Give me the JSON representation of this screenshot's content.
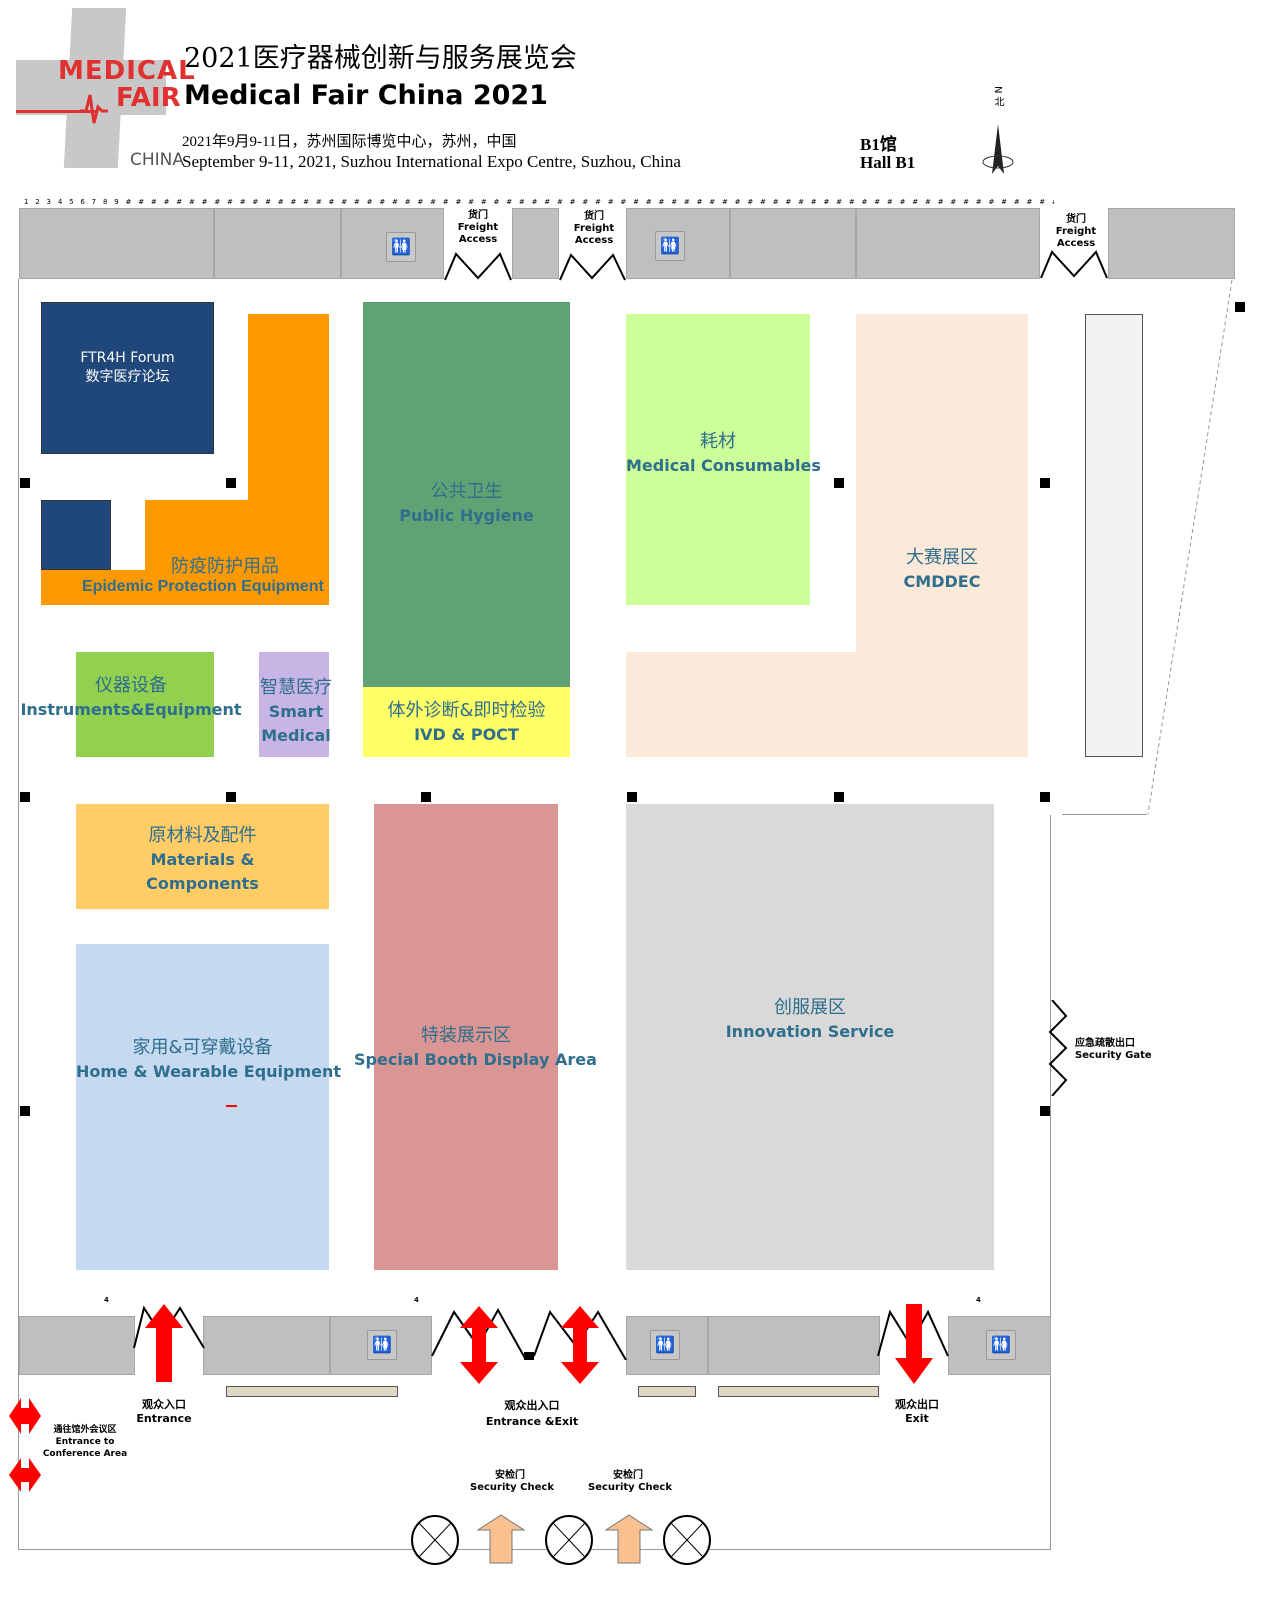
{
  "logo": {
    "line1": "MEDICAL",
    "line2": "FAIR",
    "line3": "CHINA"
  },
  "header": {
    "title_cn": "2021医疗器械创新与服务展览会",
    "title_en": "Medical Fair China 2021",
    "date_cn": "2021年9月9-11日，苏州国际博览中心，苏州，中国",
    "date_en": "September 9-11, 2021, Suzhou International Expo Centre, Suzhou, China",
    "hall_cn": "B1馆",
    "hall_en": "Hall B1",
    "compass": "N 北"
  },
  "ruler": "1 2 3 4 5 6 7 8 9 # # # # # # # # # # # # # # # # # # # # # # # # # # # # # # # # # # # # # # # # # # # # # # # # # # # # # # # # # # # # # # # # # # # # # # # # # # # # # # # # # # # #",
  "freight": {
    "cn": "货门",
    "en1": "Freight",
    "en2": "Access"
  },
  "zones": {
    "forum": {
      "en": "FTR4H Forum",
      "cn": "数字医疗论坛"
    },
    "epidemic": {
      "cn": "防疫防护用品",
      "en": "Epidemic Protection Equipment"
    },
    "instruments": {
      "cn": "仪器设备",
      "en": "Instruments&Equipment"
    },
    "smart": {
      "cn": "智慧医疗",
      "en": "Smart Medical"
    },
    "hygiene": {
      "cn": "公共卫生",
      "en": "Public Hygiene"
    },
    "ivd": {
      "cn": "体外诊断&即时检验",
      "en": "IVD & POCT"
    },
    "consumables": {
      "cn": "耗材",
      "en": "Medical Consumables"
    },
    "cmddec": {
      "cn": "大赛展区",
      "en": "CMDDEC"
    },
    "materials": {
      "cn": "原材料及配件",
      "en1": "Materials &",
      "en2": "Components"
    },
    "home": {
      "cn": "家用&可穿戴设备",
      "en": "Home & Wearable  Equipment"
    },
    "special": {
      "cn": "特装展示区",
      "en": "Special Booth Display Area"
    },
    "innovation": {
      "cn": "创服展区",
      "en": "Innovation Service"
    }
  },
  "security_gate": {
    "cn": "应急疏散出口",
    "en": "Security Gate"
  },
  "marks": {
    "four": "4"
  },
  "entrance": {
    "cn": "观众入口",
    "en": "Entrance"
  },
  "entrance_exit": {
    "cn": "观众出入口",
    "en": "Entrance &Exit"
  },
  "exit": {
    "cn": "观众出口",
    "en": "Exit"
  },
  "conference": {
    "cn": "通往馆外会议区",
    "en1": "Entrance to",
    "en2": "Conference Area"
  },
  "security_check": {
    "cn": "安检门",
    "en": "Security Check"
  },
  "colors": {
    "forum": "#1F477A",
    "orange": "#FF9900",
    "green": "#92D050",
    "purple": "#C9B5E5",
    "hygiene": "#5FA374",
    "ivd": "#FFFF66",
    "consumables": "#CCFF99",
    "cmddec": "#FCE9DA",
    "materials": "#FFCC66",
    "home": "#C5D9F1",
    "special": "#DA9694",
    "innovation": "#D9D9D9",
    "red": "#FF0000"
  }
}
